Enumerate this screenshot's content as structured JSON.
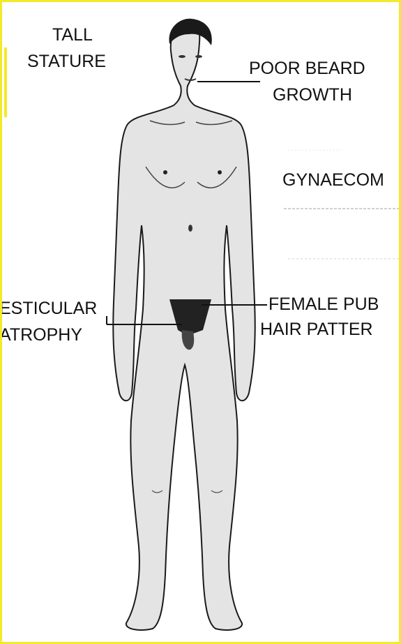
{
  "labels": {
    "tall_stature_line1": "TALL",
    "tall_stature_line2": "STATURE",
    "poor_beard_line1": "POOR BEARD",
    "poor_beard_line2": "GROWTH",
    "gynaecomastia": "GYNAECOM",
    "testicular_line1": "ESTICULAR",
    "testicular_line2": "ATROPHY",
    "pubic_line1": "FEMALE PUB",
    "pubic_line2": "HAIR PATTER"
  },
  "colors": {
    "border": "#f2ea2a",
    "figure_fill": "#e4e4e4",
    "figure_outline": "#1a1a1a",
    "text": "#111111"
  }
}
